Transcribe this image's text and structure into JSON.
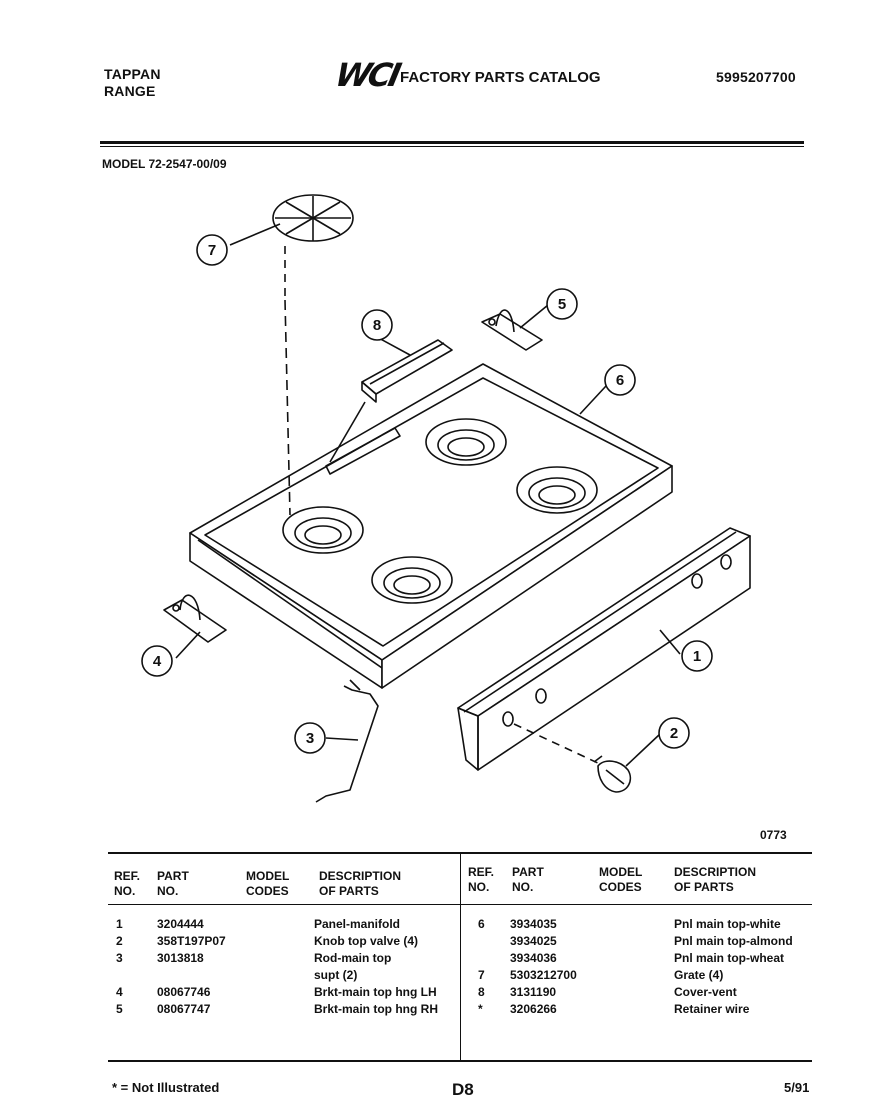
{
  "header": {
    "brand_line1": "TAPPAN",
    "brand_line2": "RANGE",
    "logo": "WCI",
    "catalog_title": "FACTORY PARTS CATALOG",
    "catalog_number": "5995207700",
    "model": "MODEL 72-2547-00/09"
  },
  "diagram": {
    "drawing_number": "0773",
    "callouts": [
      "1",
      "2",
      "3",
      "4",
      "5",
      "6",
      "7",
      "8"
    ]
  },
  "table": {
    "headers": {
      "ref_1": "REF.",
      "ref_2": "NO.",
      "part_1": "PART",
      "part_2": "NO.",
      "model_1": "MODEL",
      "model_2": "CODES",
      "desc_1": "DESCRIPTION",
      "desc_2": "OF PARTS"
    },
    "left_rows": [
      {
        "ref": "1",
        "part": "3204444",
        "model": "",
        "desc": "Panel-manifold"
      },
      {
        "ref": "2",
        "part": "358T197P07",
        "model": "",
        "desc": "Knob top valve (4)"
      },
      {
        "ref": "3",
        "part": "3013818",
        "model": "",
        "desc": "Rod-main top"
      },
      {
        "ref": "",
        "part": "",
        "model": "",
        "desc": "supt (2)"
      },
      {
        "ref": "4",
        "part": "08067746",
        "model": "",
        "desc": "Brkt-main top hng LH"
      },
      {
        "ref": "5",
        "part": "08067747",
        "model": "",
        "desc": "Brkt-main top hng RH"
      }
    ],
    "right_rows": [
      {
        "ref": "6",
        "part": "3934035",
        "model": "",
        "desc": "Pnl main top-white"
      },
      {
        "ref": "",
        "part": "3934025",
        "model": "",
        "desc": "Pnl main top-almond"
      },
      {
        "ref": "",
        "part": "3934036",
        "model": "",
        "desc": "Pnl main top-wheat"
      },
      {
        "ref": "7",
        "part": "5303212700",
        "model": "",
        "desc": "Grate (4)"
      },
      {
        "ref": "8",
        "part": "3131190",
        "model": "",
        "desc": "Cover-vent"
      },
      {
        "ref": "*",
        "part": "3206266",
        "model": "",
        "desc": "Retainer wire"
      }
    ]
  },
  "footer": {
    "note": "* = Not Illustrated",
    "page": "D8",
    "date": "5/91"
  }
}
